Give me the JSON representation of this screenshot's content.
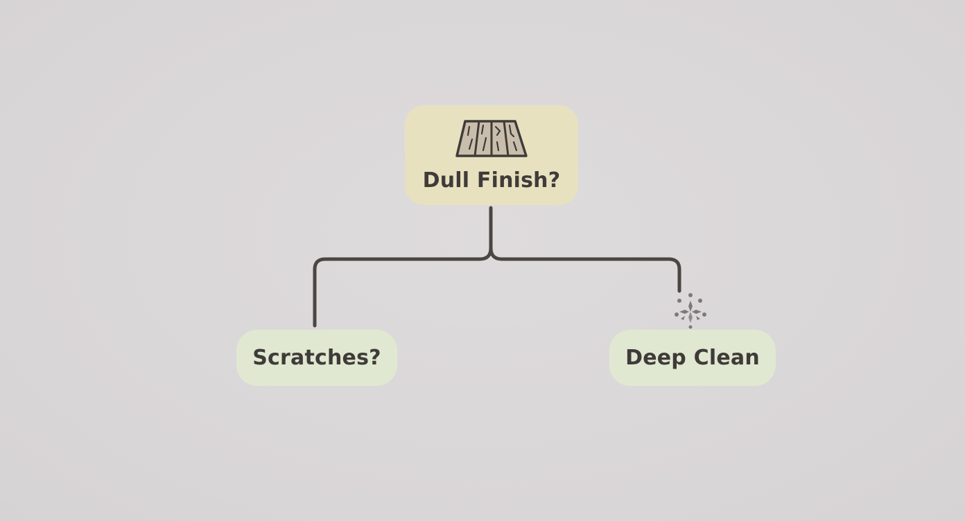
{
  "diagram": {
    "root": {
      "label": "Dull Finish?",
      "icon": "wood-floor-icon",
      "color": "#e7e1c0"
    },
    "children": [
      {
        "label": "Scratches?",
        "color": "#e0e8d2"
      },
      {
        "label": "Deep Clean",
        "color": "#e0e8d2",
        "icon": "sparkle-icon"
      }
    ],
    "connector_color": "#4a4644",
    "background_color": "#dbd8d9"
  }
}
